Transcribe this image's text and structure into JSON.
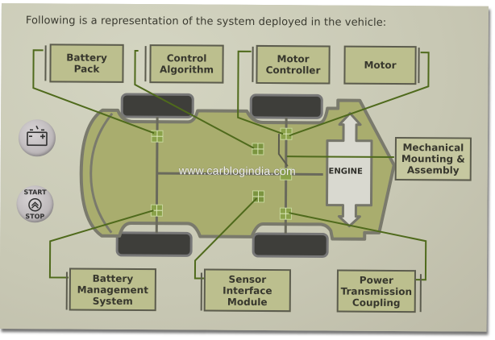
{
  "heading": "Following is a representation of the system deployed in the vehicle:",
  "components": {
    "battery_pack": "Battery\nPack",
    "control_algorithm": "Control\nAlgorithm",
    "motor_controller": "Motor\nController",
    "motor": "Motor",
    "mechanical_mounting": "Mechanical\nMounting &\nAssembly",
    "battery_management": "Battery\nManagement\nSystem",
    "sensor_interface": "Sensor\nInterface\nModule",
    "power_transmission": "Power\nTransmission\nCoupling"
  },
  "engine_label": "ENGINE",
  "watermark": "www.carblogindia.com",
  "icons": {
    "battery": "battery-icon",
    "start_stop": {
      "top": "START",
      "bottom": "STOP",
      "icon": "chevron-up-icon"
    }
  },
  "colors": {
    "car_body": "#a9ad6e",
    "box_fill": "#bcbf8e",
    "connector": "#4f6a1c",
    "tyre": "#3e3e3a",
    "card": "#c9c9b6"
  }
}
